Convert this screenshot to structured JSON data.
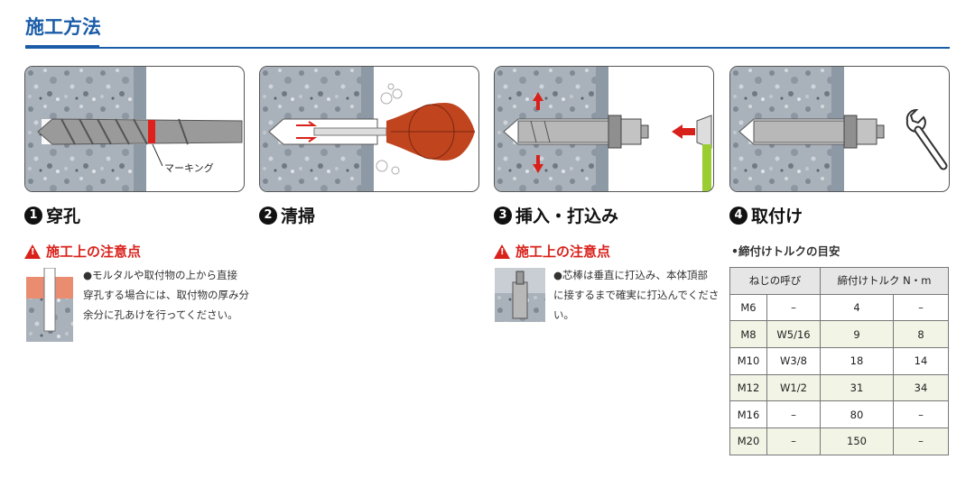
{
  "title": "施工方法",
  "steps": [
    {
      "num": "1",
      "label": "穿孔",
      "callout": "マーキング"
    },
    {
      "num": "2",
      "label": "清掃"
    },
    {
      "num": "3",
      "label": "挿入・打込み"
    },
    {
      "num": "4",
      "label": "取付け"
    }
  ],
  "caution1": {
    "title": "施工上の注意点",
    "text_lines": [
      "●モルタルや取付物の上から直接",
      "穿孔する場合には、取付物の厚み分",
      "余分に孔あけを行ってください。"
    ]
  },
  "caution2": {
    "title": "施工上の注意点",
    "text_lines": [
      "●芯棒は垂直に打込み、本体頂部",
      "に接するまで確実に打込んでくださ",
      "い。"
    ]
  },
  "torque": {
    "heading": "•締付けトルクの目安",
    "col1": "ねじの呼び",
    "col2": "締付けトルク N・m",
    "rows": [
      [
        "M6",
        "–",
        "4",
        "–"
      ],
      [
        "M8",
        "W5/16",
        "9",
        "8"
      ],
      [
        "M10",
        "W3/8",
        "18",
        "14"
      ],
      [
        "M12",
        "W1/2",
        "31",
        "34"
      ],
      [
        "M16",
        "–",
        "80",
        "–"
      ],
      [
        "M20",
        "–",
        "150",
        "–"
      ]
    ]
  },
  "colors": {
    "accent": "#1a5ca8",
    "warning": "#d9211b",
    "concrete": "#9aa3ad",
    "bulb": "#c0451f"
  }
}
